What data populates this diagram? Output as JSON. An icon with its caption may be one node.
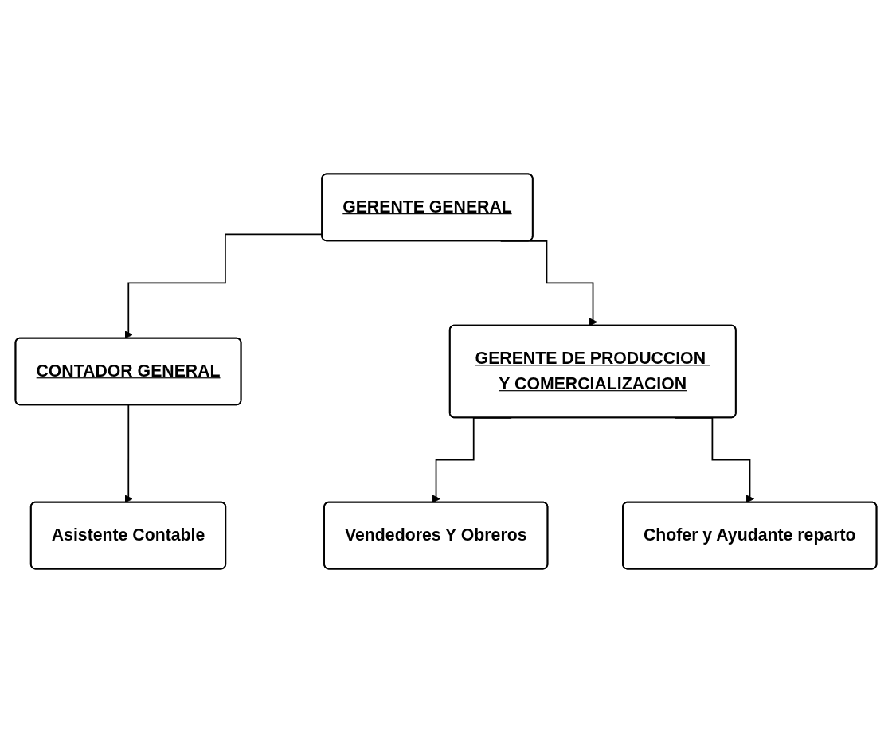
{
  "diagram": {
    "nodes": [
      {
        "text": [
          "GERENTE GENERAL"
        ]
      },
      {
        "text": [
          "CONTADOR GENERAL"
        ]
      },
      {
        "text": [
          "GERENTE DE PRODUCCION Y COMERCIALIZACION"
        ]
      },
      {
        "text": [
          "Asistente Contable"
        ]
      },
      {
        "text": [
          "Vendedores Y Obreros"
        ]
      },
      {
        "text": [
          "Chofer y Ayudante reparto"
        ]
      }
    ],
    "edges": [
      {
        "from": 0,
        "to": 1,
        "arrow": "to"
      },
      {
        "from": 0,
        "to": 2,
        "arrow": "to"
      },
      {
        "from": 1,
        "to": 3,
        "arrow": "to"
      },
      {
        "from": 2,
        "to": 4,
        "arrow": "to"
      },
      {
        "from": 2,
        "to": 5,
        "arrow": "to"
      }
    ]
  }
}
